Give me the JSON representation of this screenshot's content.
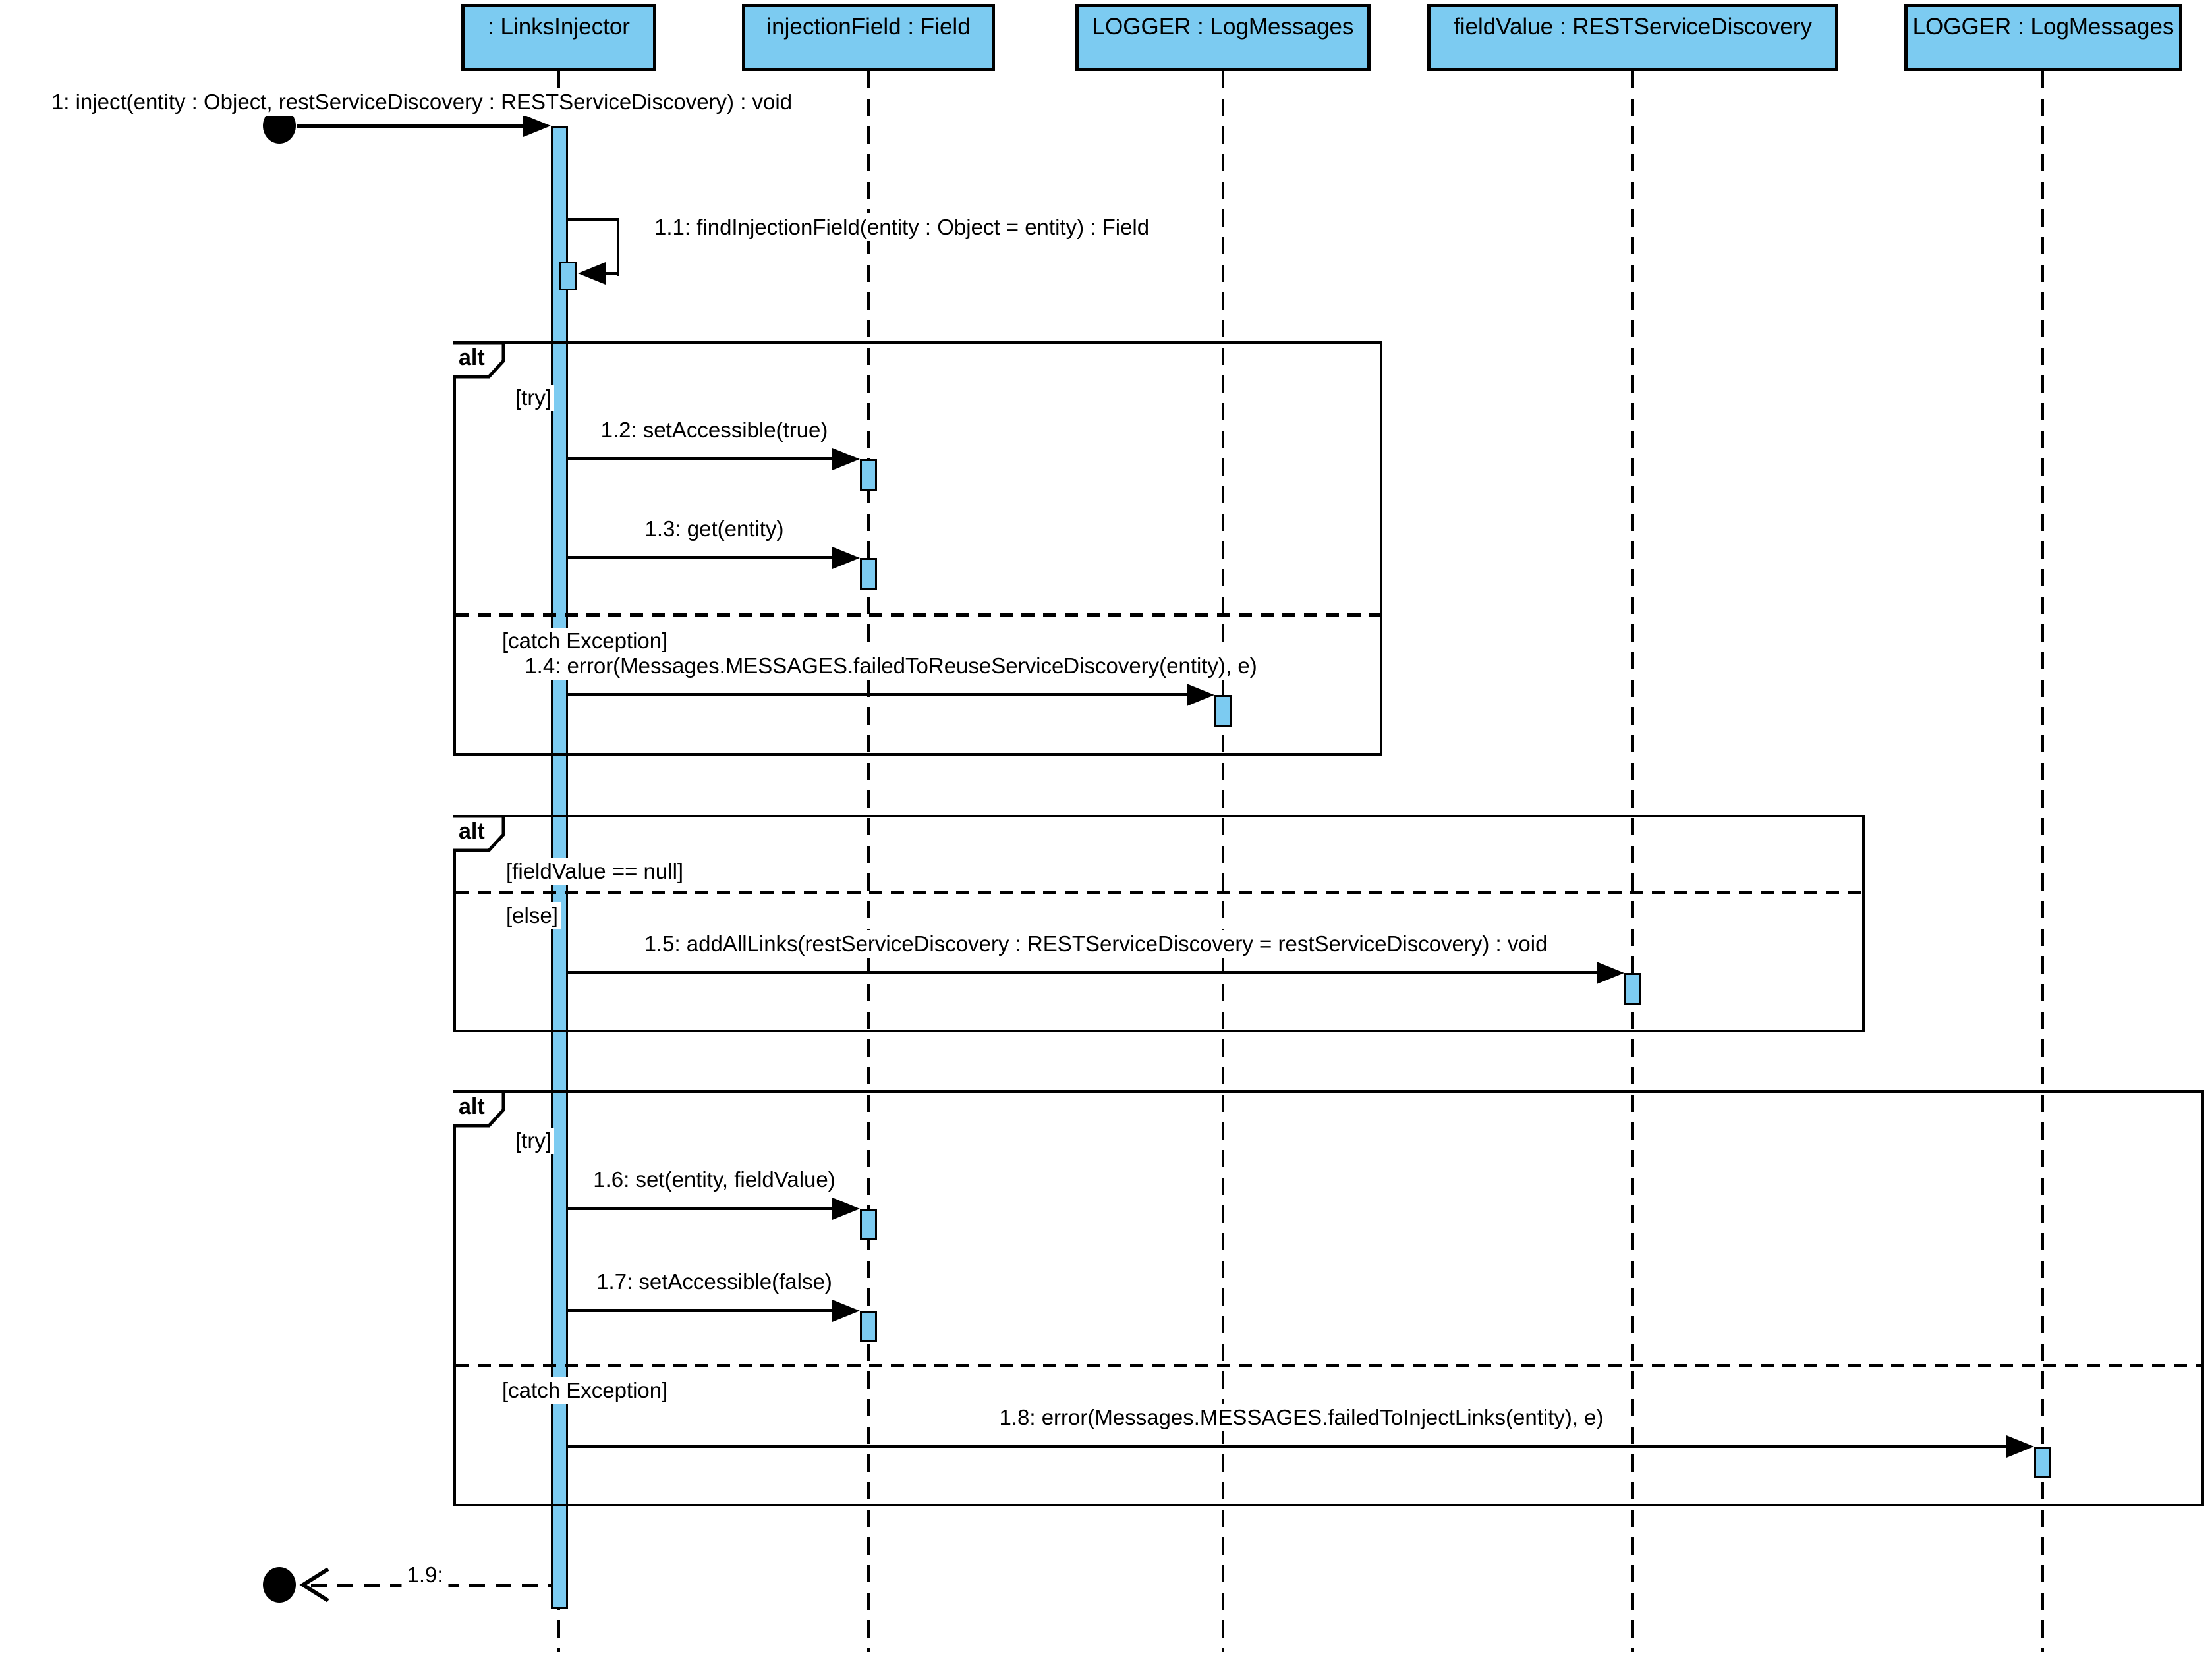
{
  "colors": {
    "element_fill": "#7CCBF1",
    "stroke": "#000000",
    "background": "#FFFFFF"
  },
  "lifelines": [
    {
      "label": ": LinksInjector"
    },
    {
      "label": "injectionField : Field"
    },
    {
      "label": "LOGGER : LogMessages"
    },
    {
      "label": "fieldValue : RESTServiceDiscovery"
    },
    {
      "label": "LOGGER : LogMessages"
    }
  ],
  "frames": [
    {
      "operator": "alt",
      "guard1": "[try]",
      "guard2": "[catch Exception]"
    },
    {
      "operator": "alt",
      "guard1": "[fieldValue == null]",
      "guard2": "[else]"
    },
    {
      "operator": "alt",
      "guard1": "[try]",
      "guard2": "[catch Exception]"
    }
  ],
  "messages": {
    "m1": "1: inject(entity : Object, restServiceDiscovery : RESTServiceDiscovery) : void",
    "m1_1": "1.1: findInjectionField(entity : Object = entity) : Field",
    "m1_2": "1.2: setAccessible(true)",
    "m1_3": "1.3: get(entity)",
    "m1_4": "1.4: error(Messages.MESSAGES.failedToReuseServiceDiscovery(entity), e)",
    "m1_5": "1.5: addAllLinks(restServiceDiscovery : RESTServiceDiscovery = restServiceDiscovery) : void",
    "m1_6": "1.6: set(entity, fieldValue)",
    "m1_7": "1.7: setAccessible(false)",
    "m1_8": "1.8: error(Messages.MESSAGES.failedToInjectLinks(entity), e)",
    "m1_9": "1.9:"
  }
}
